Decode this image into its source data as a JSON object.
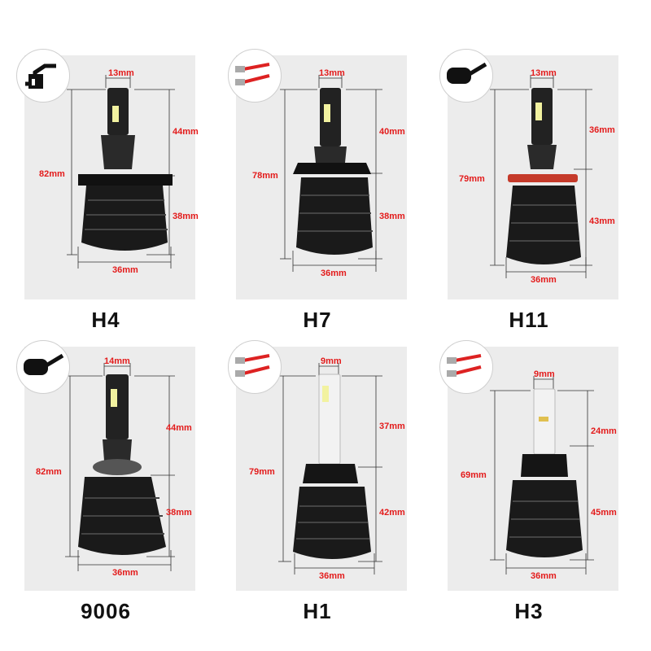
{
  "bulbs": [
    {
      "model": "H4",
      "connector": "h4-plug",
      "width": "13mm",
      "total": "82mm",
      "upper": "44mm",
      "lower": "38mm",
      "base": "36mm"
    },
    {
      "model": "H7",
      "connector": "wire-terminals",
      "width": "13mm",
      "total": "78mm",
      "upper": "40mm",
      "lower": "38mm",
      "base": "36mm"
    },
    {
      "model": "H11",
      "connector": "oval-plug",
      "width": "13mm",
      "total": "79mm",
      "upper": "36mm",
      "lower": "43mm",
      "base": "36mm"
    },
    {
      "model": "9006",
      "connector": "oval-plug",
      "width": "14mm",
      "total": "82mm",
      "upper": "44mm",
      "lower": "38mm",
      "base": "36mm"
    },
    {
      "model": "H1",
      "connector": "wire-terminals",
      "width": "9mm",
      "total": "79mm",
      "upper": "37mm",
      "lower": "42mm",
      "base": "36mm"
    },
    {
      "model": "H3",
      "connector": "wire-terminals",
      "width": "9mm",
      "total": "69mm",
      "upper": "24mm",
      "lower": "45mm",
      "base": "36mm"
    }
  ],
  "colors": {
    "dimension_text": "#e31b1b",
    "panel": "#ececec",
    "bulb": "#1a1a1a"
  }
}
